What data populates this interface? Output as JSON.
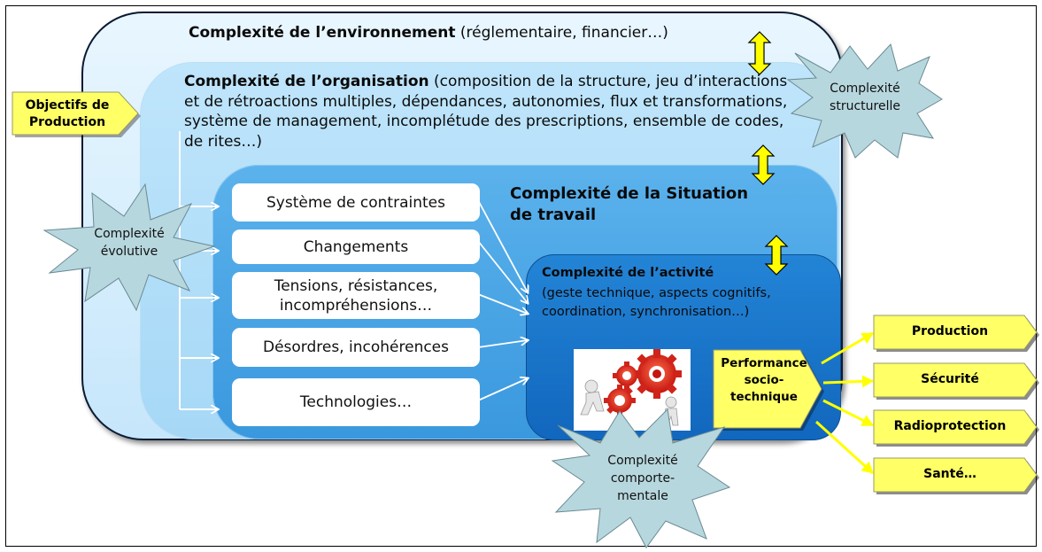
{
  "environment": {
    "title": "Complexité de l’environnement",
    "detail": "(réglementaire, financier…)"
  },
  "organisation": {
    "title": "Complexité de l’organisation",
    "detail": "(composition de la structure, jeu d’interactions et de rétroactions multiples, dépendances, autonomies, flux et transformations, système de management, incomplétude des prescriptions, ensemble de codes, de rites…)"
  },
  "situation": {
    "title": "Complexité de la Situation de travail"
  },
  "activite": {
    "title": "Complexité de l’activité",
    "detail": "(geste technique, aspects cognitifs, coordination, synchronisation…)"
  },
  "factors": [
    "Système de contraintes",
    "Changements",
    "Tensions, résistances, incompréhensions…",
    "Désordres, incohérences",
    "Technologies…"
  ],
  "objectifs": {
    "label": "Objectifs de Production"
  },
  "performance": {
    "label": "Performance socio-technique"
  },
  "outcomes": [
    "Production",
    "Sécurité",
    "Radioprotection",
    "Santé…"
  ],
  "stars": {
    "structurelle": "Complexité structurelle",
    "evolutive": "Complexité évolutive",
    "comportementale": "Complexité comporte-mentale"
  },
  "colors": {
    "yellow": "#ffff66",
    "arrow_yellow": "#ffff00",
    "star_fill": "#b7d7de",
    "activity_blue": "#1774c9"
  }
}
